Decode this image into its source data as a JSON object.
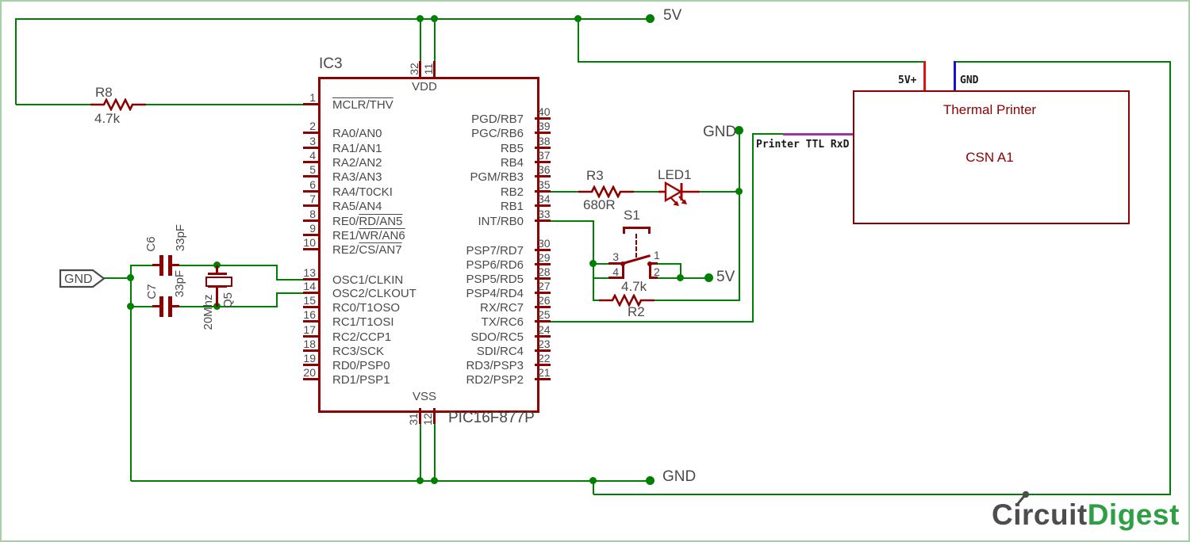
{
  "schematic": {
    "ic": {
      "ref": "IC3",
      "part": "PIC16F877P",
      "vdd": "VDD",
      "vss": "VSS",
      "top_pin_numbers": [
        "32",
        "11"
      ],
      "bottom_pin_numbers": [
        "31",
        "12"
      ],
      "left_pins": [
        {
          "num": "1",
          "plain": "",
          "over": "MCLR/THV"
        },
        {
          "num": "2",
          "plain": "RA0/AN0",
          "over": ""
        },
        {
          "num": "3",
          "plain": "RA1/AN1",
          "over": ""
        },
        {
          "num": "4",
          "plain": "RA2/AN2",
          "over": ""
        },
        {
          "num": "5",
          "plain": "RA3/AN3",
          "over": ""
        },
        {
          "num": "6",
          "plain": "RA4/T0CKI",
          "over": ""
        },
        {
          "num": "7",
          "plain": "RA5/AN4",
          "over": ""
        },
        {
          "num": "8",
          "plain": "RE0/",
          "over": "RD/AN5"
        },
        {
          "num": "9",
          "plain": "RE1/",
          "over": "WR/AN6"
        },
        {
          "num": "10",
          "plain": "RE2/",
          "over": "CS/AN7"
        },
        {
          "num": "13",
          "plain": "OSC1/CLKIN",
          "over": ""
        },
        {
          "num": "14",
          "plain": "OSC2/CLKOUT",
          "over": ""
        },
        {
          "num": "15",
          "plain": "RC0/T1OSO",
          "over": ""
        },
        {
          "num": "16",
          "plain": "RC1/T1OSI",
          "over": ""
        },
        {
          "num": "17",
          "plain": "RC2/CCP1",
          "over": ""
        },
        {
          "num": "18",
          "plain": "RC3/SCK",
          "over": ""
        },
        {
          "num": "19",
          "plain": "RD0/PSP0",
          "over": ""
        },
        {
          "num": "20",
          "plain": "RD1/PSP1",
          "over": ""
        }
      ],
      "right_pins": [
        {
          "num": "40",
          "name": "PGD/RB7"
        },
        {
          "num": "39",
          "name": "PGC/RB6"
        },
        {
          "num": "38",
          "name": "RB5"
        },
        {
          "num": "37",
          "name": "RB4"
        },
        {
          "num": "36",
          "name": "PGM/RB3"
        },
        {
          "num": "35",
          "name": "RB2"
        },
        {
          "num": "34",
          "name": "RB1"
        },
        {
          "num": "33",
          "name": "INT/RB0"
        },
        {
          "num": "30",
          "name": "PSP7/RD7"
        },
        {
          "num": "29",
          "name": "PSP6/RD6"
        },
        {
          "num": "28",
          "name": "PSP5/RD5"
        },
        {
          "num": "27",
          "name": "PSP4/RD4"
        },
        {
          "num": "26",
          "name": "RX/RC7"
        },
        {
          "num": "25",
          "name": "TX/RC6"
        },
        {
          "num": "24",
          "name": "SDO/RC5"
        },
        {
          "num": "23",
          "name": "SDI/RC4"
        },
        {
          "num": "22",
          "name": "RD3/PSP3"
        },
        {
          "num": "21",
          "name": "RD2/PSP2"
        }
      ]
    },
    "components": {
      "r8": {
        "ref": "R8",
        "value": "4.7k"
      },
      "r3": {
        "ref": "R3",
        "value": "680R"
      },
      "r2": {
        "ref": "R2",
        "value": "4.7k"
      },
      "led1": {
        "ref": "LED1"
      },
      "c6": {
        "ref": "C6",
        "value": "33pF"
      },
      "c7": {
        "ref": "C7",
        "value": "33pF"
      },
      "q5": {
        "ref": "Q5",
        "value": "20Mhz"
      },
      "s1": {
        "ref": "S1",
        "pin_top_left": "3",
        "pin_top_right": "1",
        "pin_bottom_left": "4",
        "pin_bottom_right": "2"
      }
    },
    "nets": {
      "v5_top": "5V",
      "v5_switch": "5V",
      "gnd_mid": "GND",
      "gnd_bottom": "GND",
      "gnd_flag": "GND",
      "printer_signal": "Printer TTL RxD"
    },
    "printer": {
      "title": "Thermal Printer",
      "model": "CSN A1",
      "pin_power": "5V+",
      "pin_ground": "GND"
    }
  },
  "branding": {
    "logo_part1": "Circuit",
    "logo_part2": "Digest"
  },
  "colors": {
    "wire": "#008000",
    "component": "#8b0000",
    "label": "#4a4a4a",
    "power_wire": "#e11212",
    "ground_wire": "#1212d8",
    "signal_wire": "#a233a2",
    "border": "#a5cfa5",
    "logo_gray": "#4d4d4d",
    "logo_green": "#2f9e44"
  }
}
